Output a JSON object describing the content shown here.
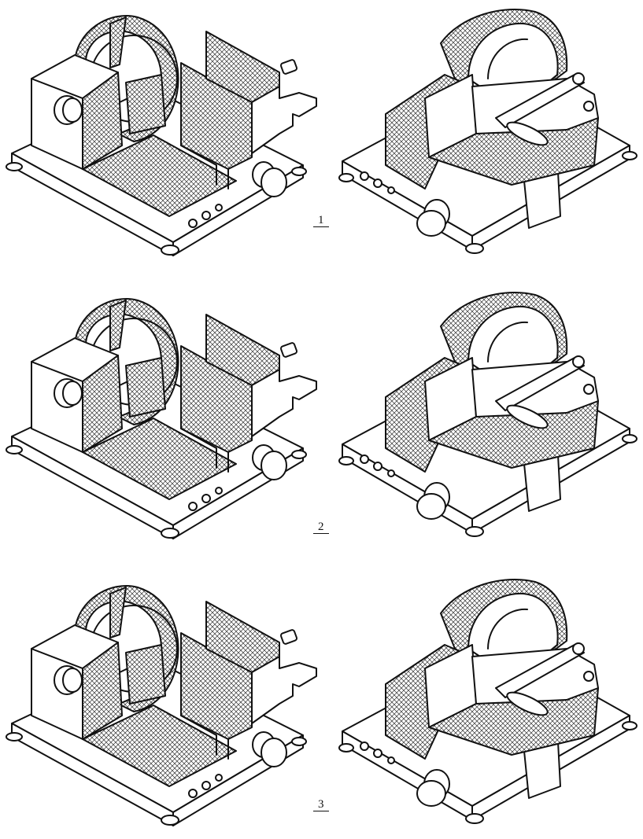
{
  "figures": [
    {
      "label": "1"
    },
    {
      "label": "2"
    },
    {
      "label": "3"
    }
  ],
  "ink_color": "#111111",
  "hatch_color": "#333333",
  "paper_color": "#ffffff"
}
